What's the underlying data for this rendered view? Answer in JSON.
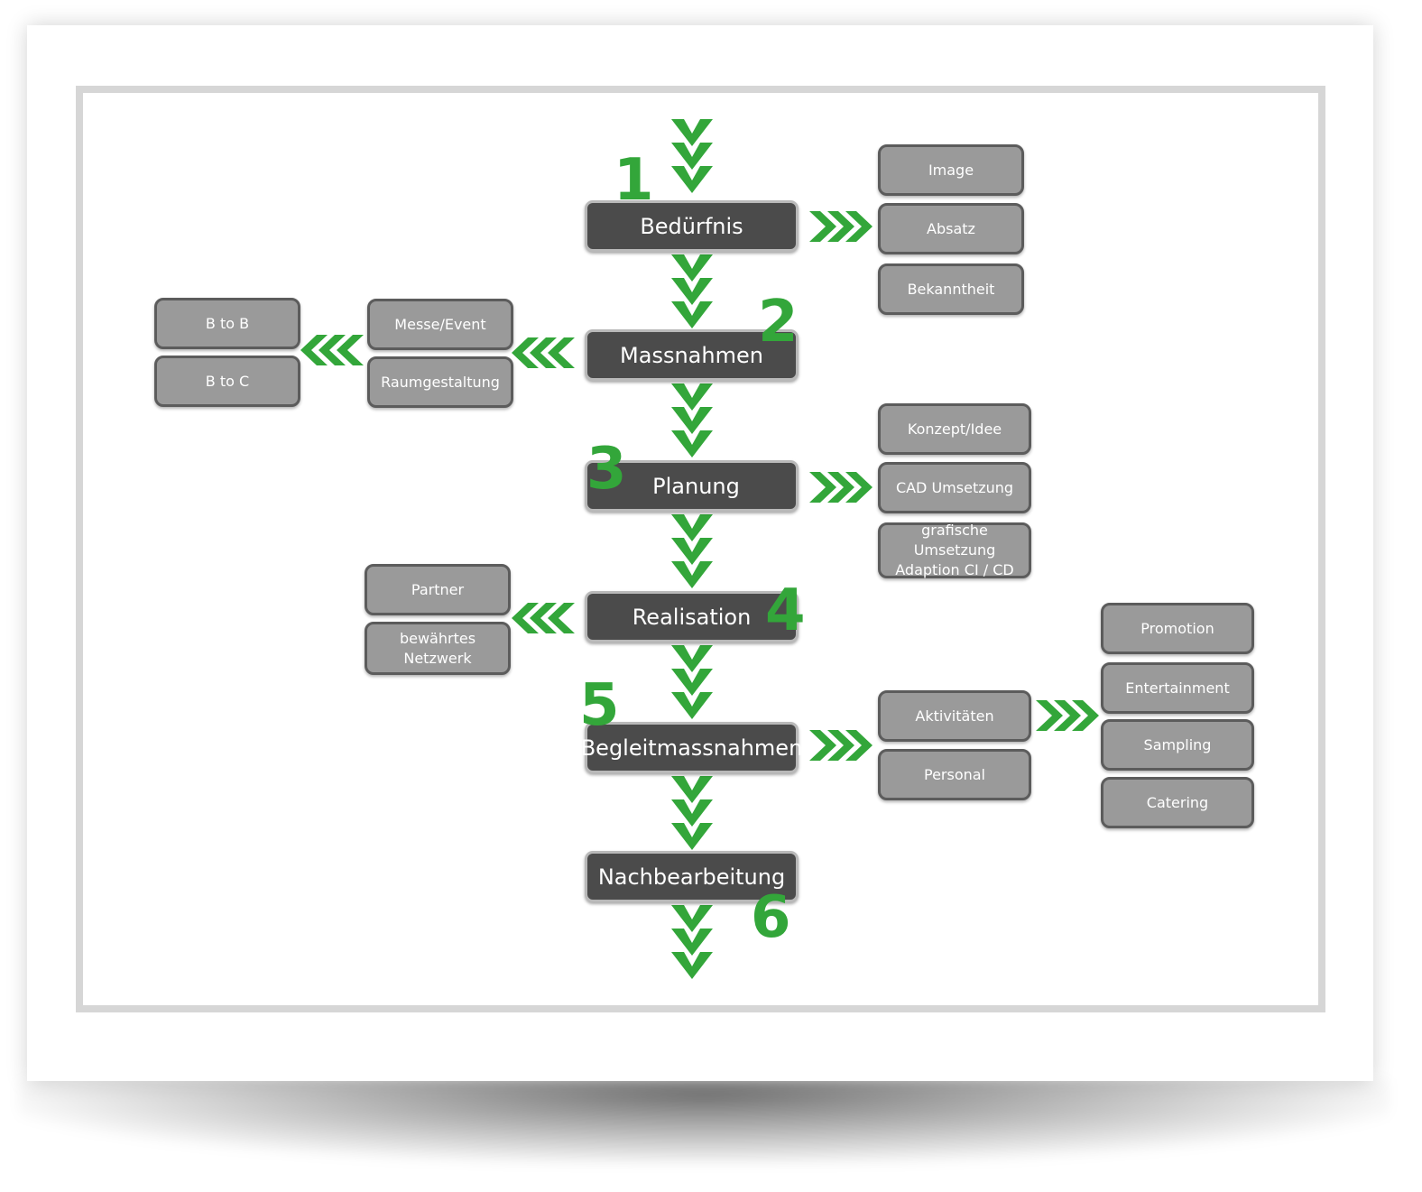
{
  "colors": {
    "accent_green": "#33a63a",
    "main_box": "#4b4b4b",
    "sub_box": "#9a9a9a"
  },
  "steps": [
    {
      "number": "1",
      "label": "Bedürfnis"
    },
    {
      "number": "2",
      "label": "Massnahmen"
    },
    {
      "number": "3",
      "label": "Planung"
    },
    {
      "number": "4",
      "label": "Realisation"
    },
    {
      "number": "5",
      "label": "Begleitmassnahmen"
    },
    {
      "number": "6",
      "label": "Nachbearbeitung"
    }
  ],
  "branches": {
    "beduerfnis": [
      "Image",
      "Absatz",
      "Bekanntheit"
    ],
    "massnahmen": [
      "Messe/Event",
      "Raumgestaltung"
    ],
    "massnahmen_zielgruppe": [
      "B to B",
      "B to C"
    ],
    "planung": [
      "Konzept/Idee",
      "CAD Umsetzung",
      "grafische Umsetzung\nAdaption CI / CD"
    ],
    "realisation": [
      "Partner",
      "bewährtes\nNetzwerk"
    ],
    "begleitmassnahmen": [
      "Aktivitäten",
      "Personal"
    ],
    "aktivitaeten": [
      "Promotion",
      "Entertainment",
      "Sampling",
      "Catering"
    ]
  }
}
